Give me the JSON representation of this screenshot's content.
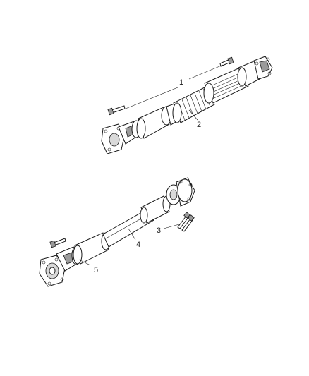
{
  "callouts": {
    "c1": "1",
    "c2": "2",
    "c3": "3",
    "c4": "4",
    "c5": "5"
  },
  "parts": [
    "rear-drive-shaft-assembly",
    "rear-flange-bolt",
    "front-drive-shaft-assembly",
    "flange-bolt",
    "front-flange-bolt"
  ]
}
